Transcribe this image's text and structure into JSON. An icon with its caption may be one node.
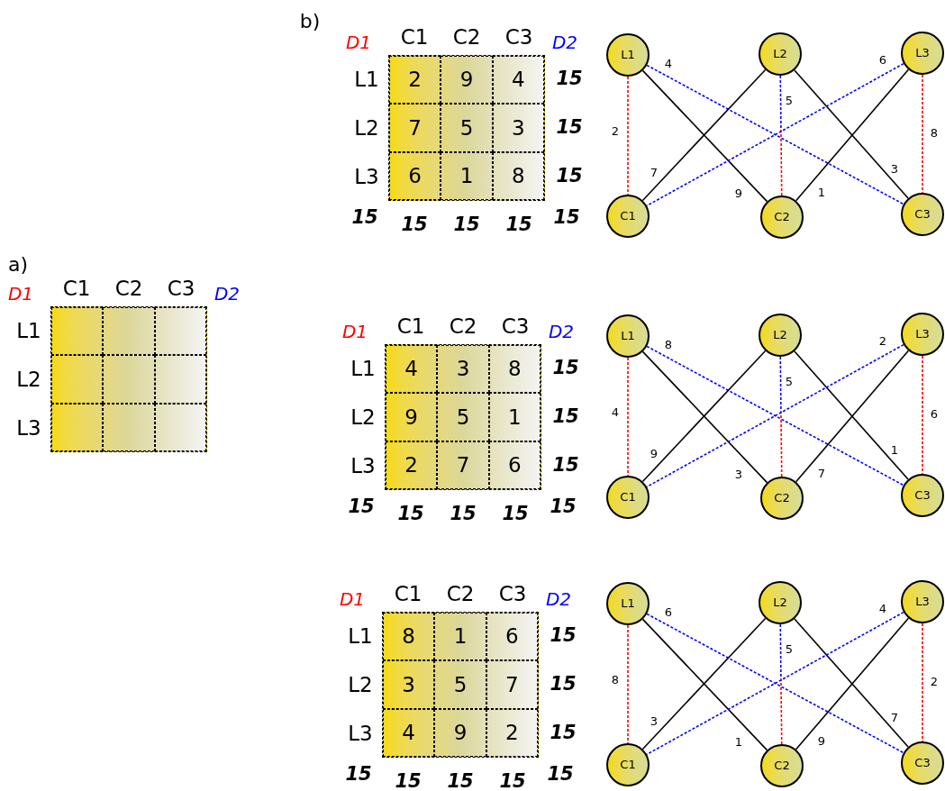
{
  "diagram": {
    "nodes": [
      {
        "text": [
          "L1"
        ]
      },
      {
        "text": [
          "L2"
        ]
      },
      {
        "text": [
          "L3"
        ]
      },
      {
        "text": [
          "C1"
        ]
      },
      {
        "text": [
          "C2"
        ]
      },
      {
        "text": [
          "C3"
        ]
      },
      {
        "text": [
          "L1"
        ]
      },
      {
        "text": [
          "L2"
        ]
      },
      {
        "text": [
          "L3"
        ]
      },
      {
        "text": [
          "C1"
        ]
      },
      {
        "text": [
          "C2"
        ]
      },
      {
        "text": [
          "C3"
        ]
      },
      {
        "text": [
          "L1"
        ]
      },
      {
        "text": [
          "L2"
        ]
      },
      {
        "text": [
          "L3"
        ]
      },
      {
        "text": [
          "C1"
        ]
      },
      {
        "text": [
          "C2"
        ]
      },
      {
        "text": [
          "C3"
        ]
      }
    ],
    "edges": [
      {
        "from": 0,
        "to": 3,
        "arrow": "none",
        "label": "2",
        "style": "dashed",
        "color": "#ff0000"
      },
      {
        "from": 0,
        "to": 4,
        "arrow": "none",
        "label": "9"
      },
      {
        "from": 0,
        "to": 5,
        "arrow": "none",
        "label": "4",
        "style": "dashed",
        "color": "#0000ff"
      },
      {
        "from": 1,
        "to": 3,
        "arrow": "none",
        "label": "7"
      },
      {
        "from": 1,
        "to": 4,
        "arrow": "none",
        "label": "5",
        "style": "dashed",
        "color": "#ff0000"
      },
      {
        "from": 1,
        "to": 5,
        "arrow": "none",
        "label": "3"
      },
      {
        "from": 2,
        "to": 3,
        "arrow": "none",
        "label": "6",
        "style": "dashed",
        "color": "#0000ff"
      },
      {
        "from": 2,
        "to": 4,
        "arrow": "none",
        "label": "1"
      },
      {
        "from": 2,
        "to": 5,
        "arrow": "none",
        "label": "8",
        "style": "dashed",
        "color": "#ff0000"
      },
      {
        "from": 6,
        "to": 9,
        "arrow": "none",
        "label": "4",
        "style": "dashed",
        "color": "#ff0000"
      },
      {
        "from": 6,
        "to": 10,
        "arrow": "none",
        "label": "3"
      },
      {
        "from": 6,
        "to": 11,
        "arrow": "none",
        "label": "8",
        "style": "dashed",
        "color": "#0000ff"
      },
      {
        "from": 7,
        "to": 9,
        "arrow": "none",
        "label": "9"
      },
      {
        "from": 7,
        "to": 10,
        "arrow": "none",
        "label": "5",
        "style": "dashed",
        "color": "#ff0000"
      },
      {
        "from": 7,
        "to": 11,
        "arrow": "none",
        "label": "1"
      },
      {
        "from": 8,
        "to": 9,
        "arrow": "none",
        "label": "2",
        "style": "dashed",
        "color": "#0000ff"
      },
      {
        "from": 8,
        "to": 10,
        "arrow": "none",
        "label": "7"
      },
      {
        "from": 8,
        "to": 11,
        "arrow": "none",
        "label": "6",
        "style": "dashed",
        "color": "#ff0000"
      },
      {
        "from": 12,
        "to": 15,
        "arrow": "none",
        "label": "8",
        "style": "dashed",
        "color": "#ff0000"
      },
      {
        "from": 12,
        "to": 16,
        "arrow": "none",
        "label": "1"
      },
      {
        "from": 12,
        "to": 17,
        "arrow": "none",
        "label": "6",
        "style": "dashed",
        "color": "#0000ff"
      },
      {
        "from": 13,
        "to": 15,
        "arrow": "none",
        "label": "3"
      },
      {
        "from": 13,
        "to": 16,
        "arrow": "none",
        "label": "5",
        "style": "dashed",
        "color": "#ff0000"
      },
      {
        "from": 13,
        "to": 17,
        "arrow": "none",
        "label": "7"
      },
      {
        "from": 14,
        "to": 15,
        "arrow": "none",
        "label": "4",
        "style": "dashed",
        "color": "#0000ff"
      },
      {
        "from": 14,
        "to": 16,
        "arrow": "none",
        "label": "9"
      },
      {
        "from": 14,
        "to": 17,
        "arrow": "none",
        "label": "2",
        "style": "dashed",
        "color": "#ff0000"
      }
    ],
    "labels": [
      "a)",
      "D1",
      "C1",
      "C2",
      "C3",
      "D2",
      "L1",
      "L2",
      "L3",
      "b)",
      "D1",
      "C1",
      "C2",
      "C3",
      "D2",
      "L1",
      "2",
      "9",
      "4",
      "15",
      "L2",
      "7",
      "5",
      "3",
      "15",
      "L3",
      "6",
      "1",
      "8",
      "15",
      "15",
      "15",
      "15",
      "15",
      "15",
      "D1",
      "C1",
      "C2",
      "C3",
      "D2",
      "L1",
      "4",
      "3",
      "8",
      "15",
      "L2",
      "9",
      "5",
      "1",
      "15",
      "L3",
      "2",
      "7",
      "6",
      "15",
      "15",
      "15",
      "15",
      "15",
      "15",
      "D1",
      "C1",
      "C2",
      "C3",
      "D2",
      "L1",
      "8",
      "1",
      "6",
      "15",
      "L2",
      "3",
      "5",
      "7",
      "15",
      "L3",
      "4",
      "9",
      "2",
      "15",
      "15",
      "15",
      "15",
      "15",
      "15"
    ]
  }
}
